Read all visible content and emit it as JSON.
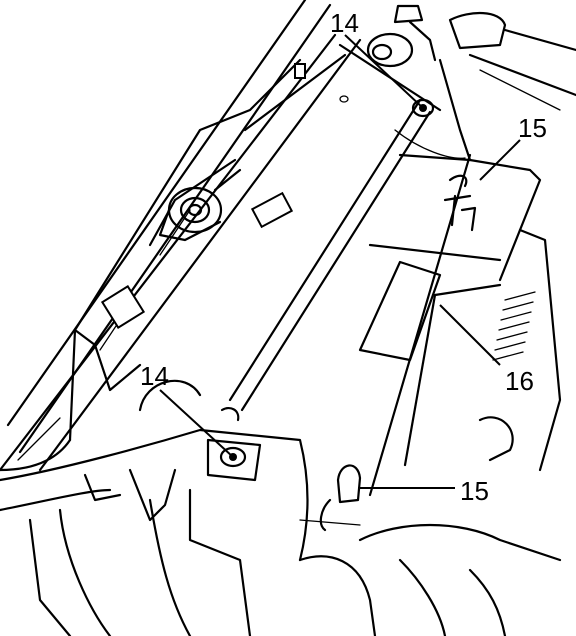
{
  "callouts": [
    {
      "id": "c14a",
      "text": "14"
    },
    {
      "id": "c15a",
      "text": "15"
    },
    {
      "id": "c14b",
      "text": "14"
    },
    {
      "id": "c16",
      "text": "16"
    },
    {
      "id": "c15b",
      "text": "15"
    }
  ]
}
